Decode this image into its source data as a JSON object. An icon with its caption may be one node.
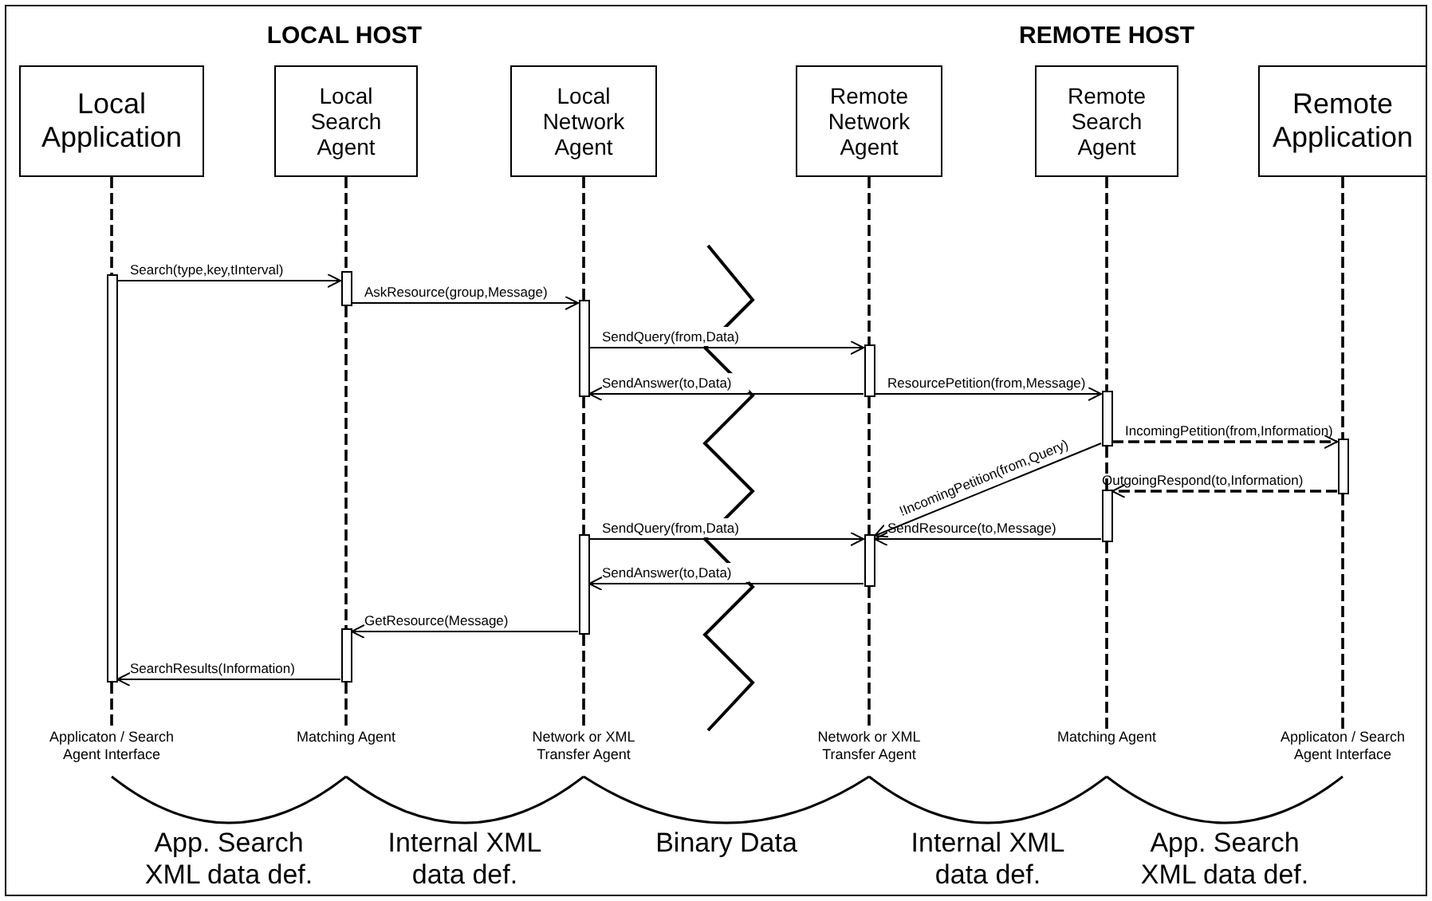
{
  "diagram": {
    "nodes": [
      {
        "text": [
          "Local Application"
        ]
      },
      {
        "text": [
          "Local Search Agent"
        ]
      },
      {
        "text": [
          "Local Network Agent"
        ]
      },
      {
        "text": [
          "Remote Network Agent"
        ]
      },
      {
        "text": [
          "Remote Search Agent"
        ]
      },
      {
        "text": [
          "Remote Application"
        ]
      },
      {
        "text": [],
        "shape": "bar"
      },
      {
        "text": [],
        "shape": "bar"
      },
      {
        "text": [],
        "shape": "bar"
      },
      {
        "text": [],
        "shape": "bar"
      },
      {
        "text": [],
        "shape": "bar"
      },
      {
        "text": [],
        "shape": "bar"
      },
      {
        "text": [],
        "shape": "bar"
      },
      {
        "text": [],
        "shape": "bar"
      },
      {
        "text": [],
        "shape": "bar"
      },
      {
        "text": [],
        "shape": "bar"
      },
      {
        "text": [
          "Applicaton / Search Agent Interface"
        ]
      },
      {
        "text": [
          "Matching Agent"
        ]
      },
      {
        "text": [
          "Network or XML Transfer Agent"
        ]
      },
      {
        "text": [
          "Network or XML Transfer Agent"
        ]
      },
      {
        "text": [
          "Matching Agent"
        ]
      },
      {
        "text": [
          "Applicaton / Search Agent Interface"
        ]
      }
    ],
    "edges": [
      {
        "from": 6,
        "to": 7,
        "arrow": "to",
        "label": "Search(type,key,tInterval)"
      },
      {
        "from": 7,
        "to": 8,
        "arrow": "to",
        "label": "AskResource(group,Message)"
      },
      {
        "from": 8,
        "to": 9,
        "arrow": "to",
        "label": "SendQuery(from,Data)"
      },
      {
        "from": 9,
        "to": 8,
        "arrow": "to",
        "label": "SendAnswer(to,Data)"
      },
      {
        "from": 9,
        "to": 10,
        "arrow": "to",
        "label": "ResourcePetition(from,Message)"
      },
      {
        "from": 10,
        "to": 11,
        "arrow": "to",
        "label": "IncomingPetition(from,Information)",
        "style": "dashed"
      },
      {
        "from": 11,
        "to": 12,
        "arrow": "to",
        "label": "OutgoingRespond(to,Information)",
        "style": "dashed"
      },
      {
        "from": 10,
        "to": 13,
        "arrow": "to",
        "label": "!IncomingPetition(from,Query)"
      },
      {
        "from": 12,
        "to": 13,
        "arrow": "to",
        "label": "SendResource(to,Message)"
      },
      {
        "from": 14,
        "to": 13,
        "arrow": "to",
        "label": "SendQuery(from,Data)"
      },
      {
        "from": 13,
        "to": 14,
        "arrow": "to",
        "label": "SendAnswer(to,Data)"
      },
      {
        "from": 14,
        "to": 15,
        "arrow": "to",
        "label": "GetResource(Message)"
      },
      {
        "from": 15,
        "to": 6,
        "arrow": "to",
        "label": "SearchResults(Information)"
      },
      {
        "from": 0,
        "to": 6,
        "arrow": "none",
        "style": "dashed"
      },
      {
        "from": 6,
        "to": 16,
        "arrow": "none",
        "style": "dashed"
      },
      {
        "from": 1,
        "to": 7,
        "arrow": "none",
        "style": "dashed"
      },
      {
        "from": 7,
        "to": 15,
        "arrow": "none",
        "style": "dashed"
      },
      {
        "from": 15,
        "to": 17,
        "arrow": "none",
        "style": "dashed"
      },
      {
        "from": 2,
        "to": 8,
        "arrow": "none",
        "style": "dashed"
      },
      {
        "from": 8,
        "to": 14,
        "arrow": "none",
        "style": "dashed"
      },
      {
        "from": 14,
        "to": 18,
        "arrow": "none",
        "style": "dashed"
      },
      {
        "from": 3,
        "to": 9,
        "arrow": "none",
        "style": "dashed"
      },
      {
        "from": 9,
        "to": 13,
        "arrow": "none",
        "style": "dashed"
      },
      {
        "from": 13,
        "to": 19,
        "arrow": "none",
        "style": "dashed"
      },
      {
        "from": 4,
        "to": 10,
        "arrow": "none",
        "style": "dashed"
      },
      {
        "from": 10,
        "to": 12,
        "arrow": "none",
        "style": "dashed"
      },
      {
        "from": 12,
        "to": 20,
        "arrow": "none",
        "style": "dashed"
      },
      {
        "from": 5,
        "to": 11,
        "arrow": "none",
        "style": "dashed"
      },
      {
        "from": 11,
        "to": 21,
        "arrow": "none",
        "style": "dashed"
      }
    ],
    "labels": [
      "LOCAL HOST",
      "REMOTE HOST",
      "App. Search XML data def.",
      "Internal XML data def.",
      "Binary Data",
      "Internal XML data def.",
      "App. Search XML data def."
    ]
  }
}
